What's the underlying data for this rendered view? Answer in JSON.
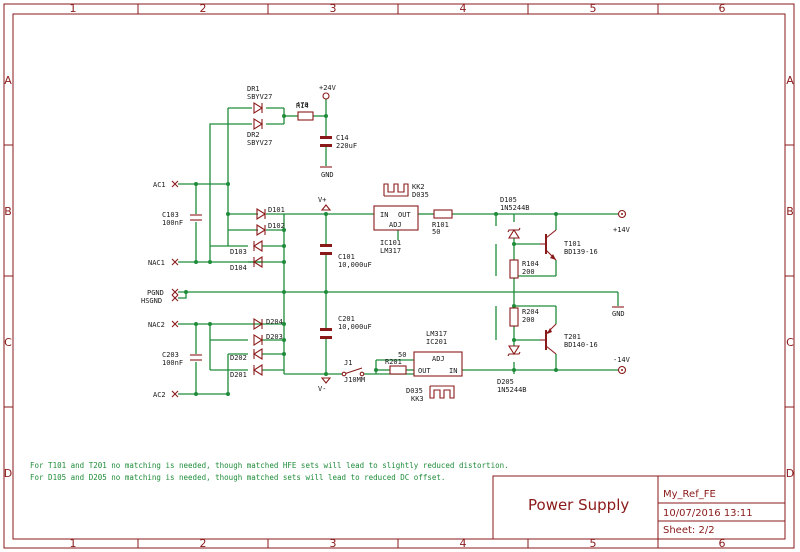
{
  "frame": {
    "columns": [
      "1",
      "2",
      "3",
      "4",
      "5",
      "6"
    ],
    "rows": [
      "A",
      "B",
      "C",
      "D"
    ]
  },
  "title_block": {
    "title": "Power Supply",
    "project": "My_Ref_FE",
    "date": "10/07/2016 13:11",
    "sheet": "Sheet: 2/2"
  },
  "notes": [
    "For T101 and T201 no matching is needed, though matched HFE sets will lead to slightly reduced distortion.",
    "For D105 and D205 no matching is needed, though matched sets will lead to reduced DC offset."
  ],
  "components": {
    "dr1": {
      "ref": "DR1",
      "value": "SBYV27"
    },
    "dr2": {
      "ref": "DR2",
      "value": "SBYV27"
    },
    "r14": {
      "ref": "R14",
      "value": "470"
    },
    "c14": {
      "ref": "C14",
      "value": "220uF"
    },
    "c103": {
      "ref": "C103",
      "value": "100nF"
    },
    "c203": {
      "ref": "C203",
      "value": "100nF"
    },
    "d101": "D101",
    "d102": "D102",
    "d103": "D103",
    "d104": "D104",
    "d201": "D201",
    "d202": "D202",
    "d203": "D203",
    "d204": "D204",
    "kk2": {
      "ref": "KK2",
      "value": "D035"
    },
    "kk3": {
      "ref": "KK3",
      "value": "D035"
    },
    "ic101": {
      "ref": "IC101",
      "value": "LM317"
    },
    "ic201": {
      "ref": "IC201",
      "value": "LM317"
    },
    "r101": {
      "ref": "R101",
      "value": "50"
    },
    "r201": {
      "ref": "R201",
      "value": "50"
    },
    "c101": {
      "ref": "C101",
      "value": "10,000uF"
    },
    "c201": {
      "ref": "C201",
      "value": "10,000uF"
    },
    "j1": {
      "ref": "J1",
      "value": "J10MM"
    },
    "d105": {
      "ref": "D105",
      "value": "1N5244B"
    },
    "d205": {
      "ref": "D205",
      "value": "1N5244B"
    },
    "r104": {
      "ref": "R104",
      "value": "200"
    },
    "r204": {
      "ref": "R204",
      "value": "200"
    },
    "t101": {
      "ref": "T101",
      "value": "BD139-16"
    },
    "t201": {
      "ref": "T201",
      "value": "BD140-16"
    }
  },
  "pins": {
    "ic_adj": "ADJ",
    "ic_in": "IN",
    "ic_out": "OUT"
  },
  "nets": {
    "v24": "+24V",
    "gnd": "GND",
    "vplus": "V+",
    "vminus": "V-",
    "p14": "+14V",
    "m14": "-14V",
    "ac1": "AC1",
    "nac1": "NAC1",
    "pgnd": "PGND",
    "hsgnd": "HSGND",
    "nac2": "NAC2",
    "ac2": "AC2"
  }
}
